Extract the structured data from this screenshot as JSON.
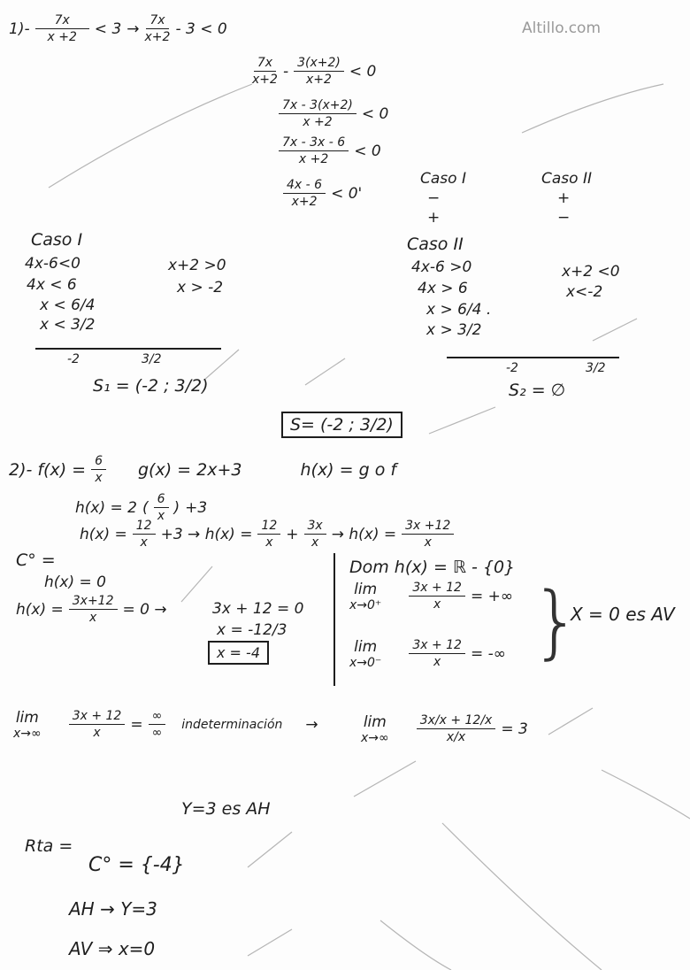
{
  "watermark": "Altillo.com",
  "p1": {
    "num": "1)-",
    "l1_n": "7x",
    "l1_d": "x +2",
    "l1_rel": "< 3",
    "arrow": "→",
    "l1b_n": "7x",
    "l1b_d": "x+2",
    "l1b_rest": "- 3 < 0",
    "l2_a_n": "7x",
    "l2_a_d": "x+2",
    "l2_minus": "-",
    "l2_b_n": "3(x+2)",
    "l2_b_d": "x+2",
    "l2_rel": "< 0",
    "l3_n": "7x - 3(x+2)",
    "l3_d": "x +2",
    "l3_rel": "< 0",
    "l4_n": "7x - 3x - 6",
    "l4_d": "x +2",
    "l4_rel": "< 0",
    "l5_n": "4x - 6",
    "l5_d": "x+2",
    "l5_rel": "< 0'",
    "casoI_head": "Caso I",
    "casoI_sign_top": "−",
    "casoI_sign_bot": "+",
    "casoII_head": "Caso II",
    "casoII_sign_top": "+",
    "casoII_sign_bot": "−"
  },
  "caso1": {
    "title": "Caso I",
    "lines": [
      "4x-6<0",
      "4x < 6",
      "x < 6/4",
      "x < 3/2"
    ],
    "right": [
      "x+2 >0",
      "x > -2"
    ],
    "tick_left": "-2",
    "tick_right": "3/2",
    "solution": "S₁ = (-2 ; 3/2)"
  },
  "caso2": {
    "title": "Caso II",
    "lines": [
      "4x-6 >0",
      "4x > 6",
      "x > 6/4 .",
      "x > 3/2"
    ],
    "right": [
      "x+2 <0",
      "x<-2"
    ],
    "tick_left": "-2",
    "tick_right": "3/2",
    "solution": "S₂ = ∅"
  },
  "final_solution": "S= (-2 ; 3/2)",
  "p2": {
    "num": "2)-",
    "f_label": "f(x) =",
    "f_n": "6",
    "f_d": "x",
    "g": "g(x) = 2x+3",
    "h": "h(x) = g o f",
    "h1_a": "h(x) = 2",
    "h1_n": "6",
    "h1_d": "x",
    "h1_b": "+3",
    "h2_a": "h(x) =",
    "h2_n": "12",
    "h2_d": "x",
    "h2_b": "+3  →  h(x) =",
    "h2_c_n": "12",
    "h2_c_d": "x",
    "h2_plus": "+",
    "h2_d_n": "3x",
    "h2_d_d": "x",
    "h2_arrow": "→  h(x) =",
    "h2_e_n": "3x +12",
    "h2_e_d": "x",
    "c0": "C° =",
    "c0_eq": "h(x) = 0",
    "c0_h": "h(x) =",
    "c0_n": "3x+12",
    "c0_d": "x",
    "c0_rest": "= 0  →",
    "c0_r1": "3x + 12 = 0",
    "c0_r2": "x = -12/3",
    "c0_r3": "x = -4",
    "dom": "Dom h(x) = ℝ - {0}",
    "lim": "lim",
    "lim1_sub": "x→0⁺",
    "lim1_n": "3x + 12",
    "lim1_d": "x",
    "lim1_res": "= +∞",
    "lim2_sub": "x→0⁻",
    "lim2_n": "3x + 12",
    "lim2_d": "x",
    "lim2_res": "= -∞",
    "av": "X = 0  es AV",
    "lim3_sub": "x→∞",
    "lim3_n": "3x + 12",
    "lim3_d": "x",
    "lim3_eq": "=",
    "lim3_fn": "∞",
    "lim3_fd": "∞",
    "indet": "indeterminación",
    "arrow": "→",
    "lim4_sub": "x→∞",
    "lim4_n": "3x/x + 12/x",
    "lim4_d": "x/x",
    "lim4_res": "= 3",
    "ah": "Y=3  es AH",
    "rta": "Rta =",
    "rta_c0": "C° = {-4}",
    "rta_ah": "AH →   Y=3",
    "rta_av": "AV ⇒   x=0"
  }
}
